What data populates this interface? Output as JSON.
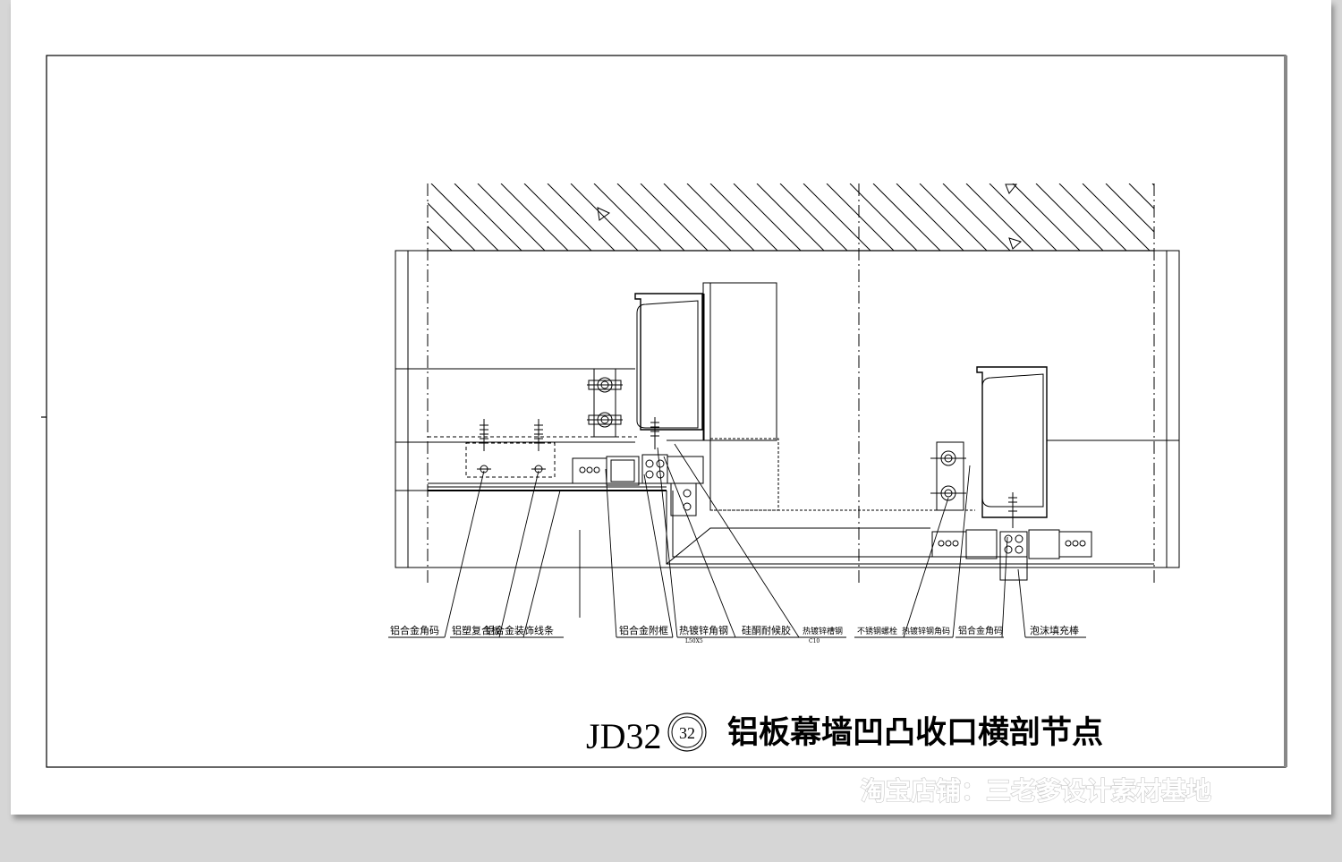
{
  "drawing": {
    "title_code": "JD32",
    "title_number": "32",
    "title_text": "铝板幕墙凹凸收口横剖节点"
  },
  "labels": [
    {
      "id": "l1",
      "text": "铝合金角码"
    },
    {
      "id": "l2",
      "text": "铝塑复合板"
    },
    {
      "id": "l3",
      "text": "铝合金装饰线条"
    },
    {
      "id": "l4",
      "text": "铝合金附框"
    },
    {
      "id": "l5",
      "text": "热镀锌角钢"
    },
    {
      "id": "l6",
      "text": "硅酮耐候胶"
    },
    {
      "id": "l7",
      "text": "热镀锌槽钢"
    },
    {
      "id": "l8",
      "text": "不锈钢螺栓"
    },
    {
      "id": "l9",
      "text": "热镀锌钢角码"
    },
    {
      "id": "l10",
      "text": "铝合金角码"
    },
    {
      "id": "l11",
      "text": "泡沫填充棒"
    }
  ],
  "sublabels": {
    "angle_steel_spec": "L50X5",
    "channel_steel_spec": "C10"
  },
  "watermark": "淘宝店铺：三老爹设计素材基地",
  "colors": {
    "background": "#d6d6d6",
    "sheet": "#ffffff",
    "line": "#000000"
  }
}
